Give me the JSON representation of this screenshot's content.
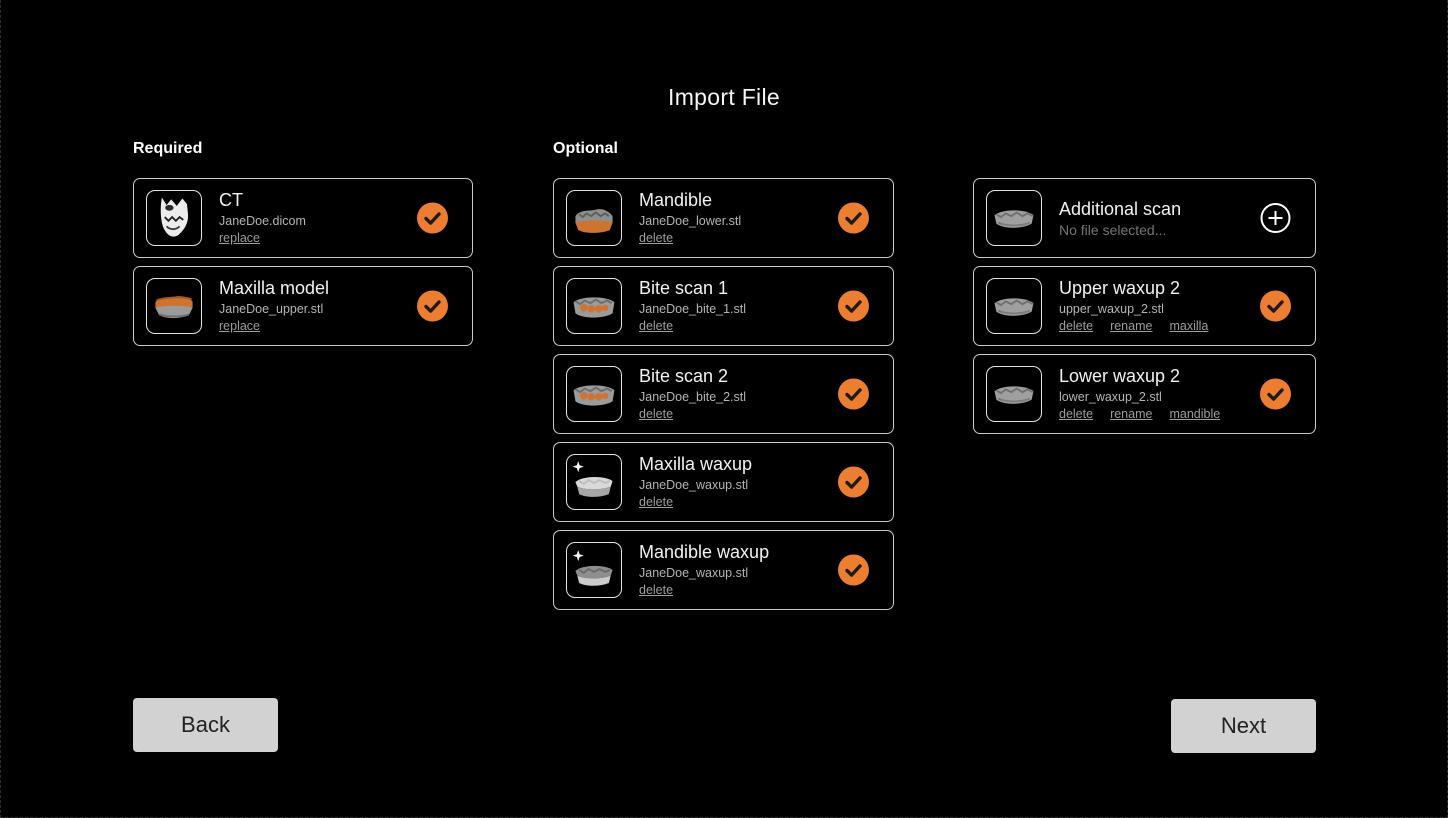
{
  "page": {
    "title": "Import File"
  },
  "colors": {
    "accent_orange": "#ED7D31",
    "card_border": "#c9c9c9",
    "button_bg": "#d2d2d2",
    "background": "#000000"
  },
  "sections": {
    "required": {
      "label": "Required",
      "cards": [
        {
          "title": "CT",
          "filename": "JaneDoe.dicom",
          "links": [
            "replace"
          ],
          "status": "check",
          "thumb": "ct-scan"
        },
        {
          "title": "Maxilla model",
          "filename": "JaneDoe_upper.stl",
          "links": [
            "replace"
          ],
          "status": "check",
          "thumb": "maxilla-model"
        }
      ]
    },
    "optional": {
      "label": "Optional",
      "cards": [
        {
          "title": "Mandible",
          "filename": "JaneDoe_lower.stl",
          "links": [
            "delete"
          ],
          "status": "check",
          "thumb": "mandible-model"
        },
        {
          "title": "Bite scan 1",
          "filename": "JaneDoe_bite_1.stl",
          "links": [
            "delete"
          ],
          "status": "check",
          "thumb": "bite-scan"
        },
        {
          "title": "Bite scan 2",
          "filename": "JaneDoe_bite_2.stl",
          "links": [
            "delete"
          ],
          "status": "check",
          "thumb": "bite-scan"
        },
        {
          "title": "Maxilla waxup",
          "filename": "JaneDoe_waxup.stl",
          "links": [
            "delete"
          ],
          "status": "check",
          "thumb": "maxilla-waxup"
        },
        {
          "title": "Mandible waxup",
          "filename": "JaneDoe_waxup.stl",
          "links": [
            "delete"
          ],
          "status": "check",
          "thumb": "mandible-waxup"
        }
      ]
    },
    "extra": {
      "cards": [
        {
          "title": "Additional scan",
          "filename": "No file selected...",
          "links": [],
          "status": "add",
          "thumb": "gray-scan"
        },
        {
          "title": "Upper waxup 2",
          "filename": "upper_waxup_2.stl",
          "links": [
            "delete",
            "rename",
            "maxilla"
          ],
          "status": "check",
          "thumb": "gray-scan"
        },
        {
          "title": "Lower waxup 2",
          "filename": "lower_waxup_2.stl",
          "links": [
            "delete",
            "rename",
            "mandible"
          ],
          "status": "check",
          "thumb": "gray-scan"
        }
      ]
    }
  },
  "footer": {
    "back_label": "Back",
    "next_label": "Next"
  }
}
